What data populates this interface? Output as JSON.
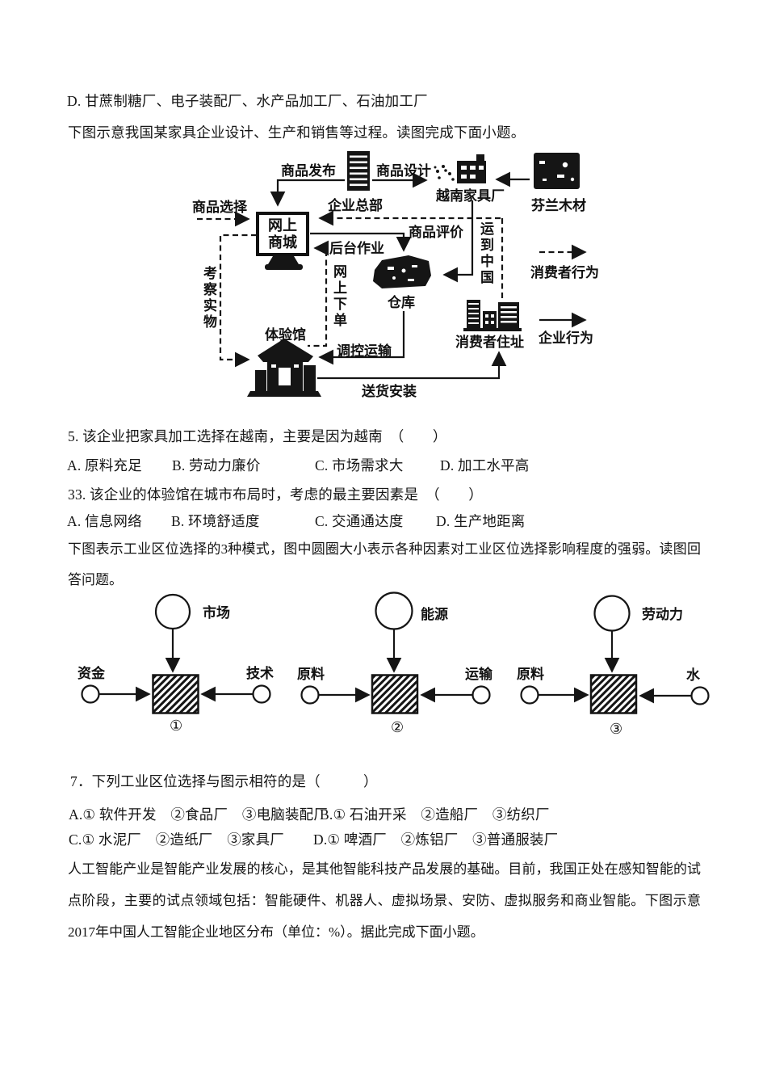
{
  "doc": {
    "option_d_line": "D. 甘蔗制糖厂、电子装配厂、水产品加工厂、石油加工厂",
    "intro_furniture": "下图示意我国某家具企业设计、生产和销售等过程。读图完成下面小题。",
    "q5_stem": "5. 该企业把家具加工选择在越南，主要是因为越南　（　　）",
    "q5_options": [
      "A. 原料充足",
      "B. 劳动力廉价",
      "C. 市场需求大",
      "D. 加工水平高"
    ],
    "q33_stem": "33. 该企业的体验馆在城市布局时，考虑的最主要因素是　（　　）",
    "q33_options": [
      "A. 信息网络",
      "B. 环境舒适度",
      "C. 交通通达度",
      "D. 生产地距离"
    ],
    "intro_models": "下图表示工业区位选择的3种模式，图中圆圈大小表示各种因素对工业区位选择影响程度的强弱。读图回答问题。",
    "q7_stem": "7．下列工业区位选择与图示相符的是（　　　）",
    "q7_option_a": "A.① 软件开发　②食品厂　③电脑装配厂",
    "q7_option_b": "B.① 石油开采　②造船厂　③纺织厂",
    "q7_option_c": "C.① 水泥厂　②造纸厂　③家具厂",
    "q7_option_d": "D.① 啤酒厂　②炼铝厂　③普通服装厂",
    "intro_ai": "人工智能产业是智能产业发展的核心，是其他智能科技产品发展的基础。目前，我国正处在感知智能的试点阶段，主要的试点领域包括：智能硬件、机器人、虚拟场景、安防、虚拟服务和商业智能。下图示意2017年中国人工智能企业地区分布（单位：%）。据此完成下面小题。"
  },
  "flowchart": {
    "publish": "商品发布",
    "hq": "企业总部",
    "design": "商品设计",
    "vietnam_factory": "越南家具厂",
    "finland_timber": "芬兰木材",
    "select": "商品选择",
    "mall_line1": "网上",
    "mall_line2": "商城",
    "review": "商品评价",
    "ship_to_china": "运到中国",
    "backend": "后台作业",
    "online_order": "网上下单",
    "warehouse": "仓库",
    "consumer_behavior": "消费者行为",
    "inspect_goods": "考察实物",
    "showroom": "体验馆",
    "dispatch_transport": "调控运输",
    "consumer_address": "消费者住址",
    "enterprise_behavior": "企业行为",
    "delivery_install": "送货安装"
  },
  "models": {
    "m1": {
      "top": "市场",
      "left": "资金",
      "right": "技术",
      "num": "①"
    },
    "m2": {
      "top": "能源",
      "left": "原料",
      "right": "运输",
      "num": "②"
    },
    "m3": {
      "top": "劳动力",
      "left": "原料",
      "right": "水",
      "num": "③"
    }
  },
  "colors": {
    "ink": "#151515",
    "paper": "#ffffff"
  }
}
